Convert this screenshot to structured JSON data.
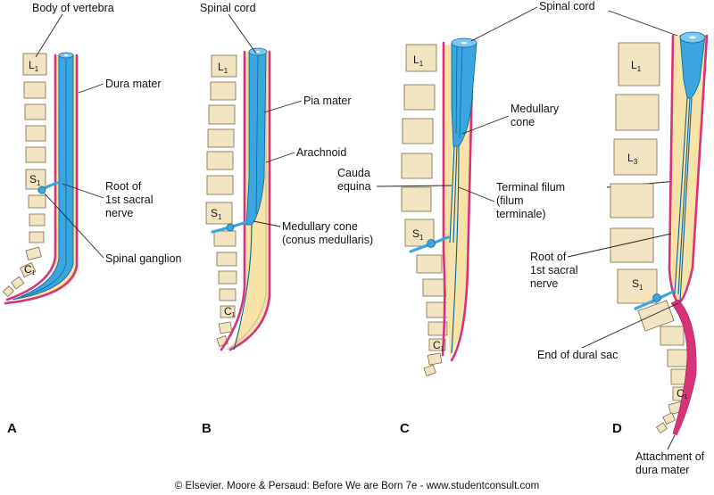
{
  "panels": [
    {
      "id": "A",
      "letter": "A",
      "lumbar": "L",
      "lumbar_sub": "1",
      "sacral": "S",
      "sacral_sub": "1",
      "coccyx": "C",
      "coccyx_sub": "1"
    },
    {
      "id": "B",
      "letter": "B",
      "lumbar": "L",
      "lumbar_sub": "1",
      "sacral": "S",
      "sacral_sub": "1",
      "coccyx": "C",
      "coccyx_sub": "1"
    },
    {
      "id": "C",
      "letter": "C",
      "lumbar": "L",
      "lumbar_sub": "1",
      "sacral": "S",
      "sacral_sub": "1",
      "coccyx": "C",
      "coccyx_sub": "1"
    },
    {
      "id": "D",
      "letter": "D",
      "lumbar": "L",
      "lumbar_sub": "1",
      "lumbar3": "L",
      "lumbar3_sub": "3",
      "sacral": "S",
      "sacral_sub": "1",
      "coccyx": "C",
      "coccyx_sub": "1"
    }
  ],
  "labels": {
    "body_of_vertebra": "Body of vertebra",
    "dura_mater": "Dura mater",
    "root_1st_sacral_a": [
      "Root of",
      "1st sacral",
      "nerve"
    ],
    "spinal_ganglion": "Spinal ganglion",
    "spinal_cord_b": "Spinal cord",
    "pia_mater": "Pia mater",
    "arachnoid": "Arachnoid",
    "medullary_cone_b": [
      "Medullary cone",
      "(conus medullaris)"
    ],
    "spinal_cord_c": "Spinal cord",
    "medullary_cone_c": [
      "Medullary",
      "cone"
    ],
    "cauda_equina": [
      "Cauda",
      "equina"
    ],
    "terminal_filum": [
      "Terminal filum",
      "(filum",
      "terminale)"
    ],
    "root_1st_sacral_d": [
      "Root of",
      "1st sacral",
      "nerve"
    ],
    "end_of_dural_sac": "End of dural sac",
    "attachment_dura": [
      "Attachment of",
      "dura mater"
    ]
  },
  "credit": "© Elsevier. Moore & Persaud: Before We are Born 7e - www.studentconsult.com",
  "colors": {
    "cord": "#3aa6e0",
    "dura": "#d6337a",
    "subarachnoid": "#f7e3a8",
    "vertebra": "#f2e4c0"
  }
}
